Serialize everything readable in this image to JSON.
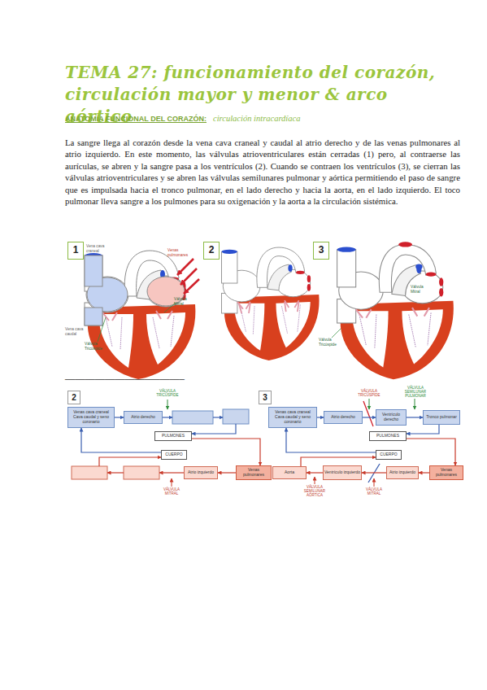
{
  "diagram": {
    "title": "TEMA 27: funcionamiento del corazón, circulación mayor y menor & arco aórtico",
    "nodes": [
      {
        "text": [
          "1"
        ]
      },
      {
        "text": [
          "2"
        ]
      },
      {
        "text": [
          "3"
        ]
      },
      {
        "text": [
          "2"
        ]
      },
      {
        "text": [
          "Venas cava craneal Cava caudal y seno coronario"
        ]
      },
      {
        "text": [
          "Atrio derecho"
        ]
      },
      {
        "text": [
          "PULMONES"
        ]
      },
      {
        "text": [
          "CUERPO"
        ]
      },
      {
        "text": [
          "Atrio izquierdo"
        ]
      },
      {
        "text": [
          "Venas pulmonares"
        ]
      },
      {
        "text": [
          "3"
        ]
      },
      {
        "text": [
          "Venas cava craneal Cava caudal y seno coronario"
        ]
      },
      {
        "text": [
          "Atrio derecho"
        ]
      },
      {
        "text": [
          "Ventrículo derecho"
        ]
      },
      {
        "text": [
          "Tronco pulmonar"
        ]
      },
      {
        "text": [
          "PULMONES"
        ]
      },
      {
        "text": [
          "CUERPO"
        ]
      },
      {
        "text": [
          "Aorta"
        ]
      },
      {
        "text": [
          "Ventrículo izquierdo"
        ]
      },
      {
        "text": [
          "Atrio izquierdo"
        ]
      },
      {
        "text": [
          "Venas pulmonares"
        ]
      }
    ],
    "edges": [
      {
        "from": 4,
        "to": 5,
        "arrow": "to"
      },
      {
        "from": 7,
        "to": 4,
        "arrow": "to"
      },
      {
        "from": 6,
        "to": 9,
        "arrow": "to"
      },
      {
        "from": 9,
        "to": 8,
        "arrow": "to"
      },
      {
        "from": 11,
        "to": 12,
        "arrow": "to"
      },
      {
        "from": 12,
        "to": 13,
        "arrow": "to"
      },
      {
        "from": 13,
        "to": 14,
        "arrow": "to"
      },
      {
        "from": 14,
        "to": 15,
        "arrow": "to"
      },
      {
        "from": 15,
        "to": 20,
        "arrow": "to"
      },
      {
        "from": 20,
        "to": 19,
        "arrow": "to"
      },
      {
        "from": 19,
        "to": 18,
        "arrow": "to"
      },
      {
        "from": 18,
        "to": 17,
        "arrow": "to"
      },
      {
        "from": 17,
        "to": 16,
        "arrow": "to"
      },
      {
        "from": 16,
        "to": 11,
        "arrow": "to"
      }
    ],
    "labels": [
      "ANATOMÍA FUNCIONAL DEL CORAZÓN:",
      "circulación intracardíaca",
      "La sangre llega al corazón desde la vena cava craneal y caudal al atrio derecho y de las venas pulmonares al atrio izquierdo. En este momento, las válvulas atrioventriculares están cerradas (1) pero, al contraerse las aurículas, se abren y la sangre pasa a los ventrículos (2). Cuando se contraen los ventrículos (3), se cierran las válvulas atrioventriculares y se abren las válvulas semilunares pulmonar y aórtica permitiendo el paso de sangre que es impulsada hacia el tronco pulmonar, en el lado derecho y hacia la aorta, en el lado izquierdo. El toco pulmonar lleva sangre a los pulmones para su oxigenación y la aorta a la circulación sistémica.",
      "Vena cava craneal",
      "Venas pulmonares",
      "Válvula Mitral",
      "Vena cava caudal",
      "Válvula Tricúspide",
      "Válvula Mitral",
      "Válvula Tricúspide",
      "________________________",
      "VÁLVULA TRICÚSPIDE",
      "VÁLVULA MITRAL",
      "VÁLVULA TRICÚSPIDE",
      "VÁLVULA SEMILUNAR PULMONAR",
      "VÁLVULA MITRAL",
      "VÁLVULA SEMILUNAR AÓRTICA"
    ]
  }
}
